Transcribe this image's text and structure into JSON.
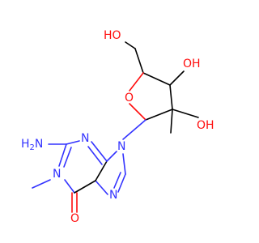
{
  "molecule": {
    "colors": {
      "carbon": "#000000",
      "nitrogen": "#3333ff",
      "oxygen": "#ff0d0d",
      "background": "#ffffff"
    },
    "atom_labels": {
      "ho_top": "HO",
      "oh_right_upper": "OH",
      "oh_right_lower": "OH",
      "ring_oxygen": "O",
      "h2n": "H",
      "h2n_sub": "2",
      "h2n_n": "N",
      "n3": "N",
      "n9": "N",
      "n1": "N",
      "n7": "N",
      "carbonyl_o": "O"
    }
  }
}
